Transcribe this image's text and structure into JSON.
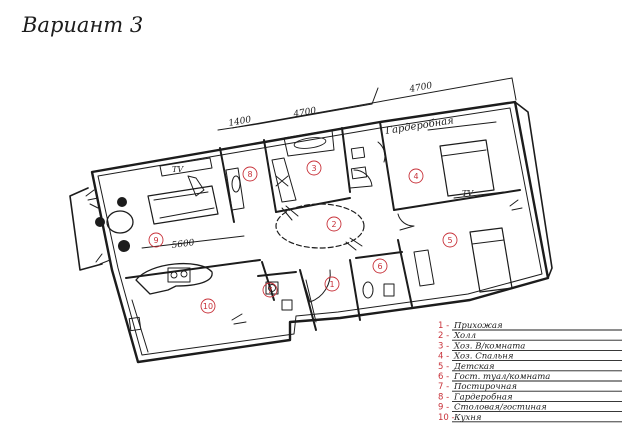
{
  "title": "Вариант 3",
  "dimensions": {
    "overall": "4700",
    "middle": "4700",
    "small": "1400",
    "living": "5600"
  },
  "labels": {
    "wardrobe": "Гардеробная",
    "tv_top": "TV",
    "tv_right": "TV"
  },
  "room_numbers": [
    "1",
    "2",
    "3",
    "4",
    "5",
    "6",
    "7",
    "8",
    "9",
    "10"
  ],
  "legend": [
    {
      "num": "1",
      "text": "Прихожая"
    },
    {
      "num": "2",
      "text": "Холл"
    },
    {
      "num": "3",
      "text": "Хоз. В/комната"
    },
    {
      "num": "4",
      "text": "Хоз. Спальня"
    },
    {
      "num": "5",
      "text": "Детская"
    },
    {
      "num": "6",
      "text": "Гост. туал/комната"
    },
    {
      "num": "7",
      "text": "Постирочная"
    },
    {
      "num": "8",
      "text": "Гардеробная"
    },
    {
      "num": "9",
      "text": "Столовая/гостиная"
    },
    {
      "num": "10",
      "text": "Кухня"
    }
  ],
  "colors": {
    "ink": "#1c1c1c",
    "accent": "#c8323a"
  }
}
